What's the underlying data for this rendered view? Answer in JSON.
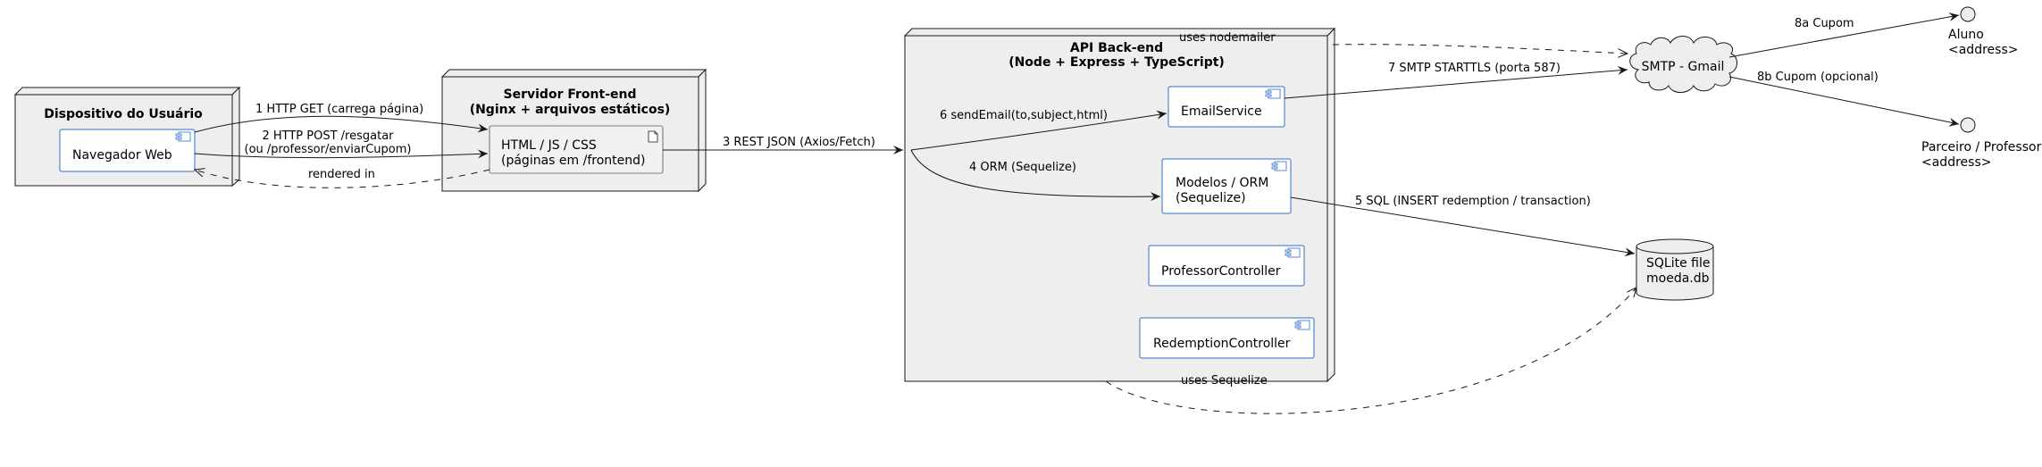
{
  "nodes": {
    "device": {
      "title": "Dispositivo do Usuário"
    },
    "frontend": {
      "title_line1": "Servidor Front-end",
      "title_line2": "(Nginx + arquivos estáticos)"
    },
    "api": {
      "title_line1": "API Back-end",
      "title_line2": "(Node + Express + TypeScript)"
    }
  },
  "components": {
    "browser": "Navegador Web",
    "html_line1": "HTML / JS / CSS",
    "html_line2": "(páginas em /frontend)",
    "email_service": "EmailService",
    "models_line1": "Modelos / ORM",
    "models_line2": "(Sequelize)",
    "professor_controller": "ProfessorController",
    "redemption_controller": "RedemptionController",
    "smtp": "SMTP - Gmail",
    "db_line1": "SQLite file",
    "db_line2": "moeda.db"
  },
  "actors": {
    "aluno_line1": "Aluno",
    "aluno_line2": "<address>",
    "parceiro_line1": "Parceiro / Professor",
    "parceiro_line2": "<address>"
  },
  "edges": {
    "e1": "1  HTTP GET (carrega página)",
    "e2_line1": "2  HTTP POST /resgatar",
    "e2_line2": "(ou /professor/enviarCupom)",
    "rendered_in": "rendered in",
    "e3": "3  REST JSON (Axios/Fetch)",
    "e4": "4  ORM (Sequelize)",
    "e5": "5  SQL (INSERT redemption / transaction)",
    "e6": "6  sendEmail(to,subject,html)",
    "e7": "7  SMTP STARTTLS (porta 587)",
    "e8a": "8a Cupom",
    "e8b": "8b Cupom (opcional)",
    "uses_nodemailer": "uses nodemailer",
    "uses_sequelize": "uses Sequelize"
  }
}
